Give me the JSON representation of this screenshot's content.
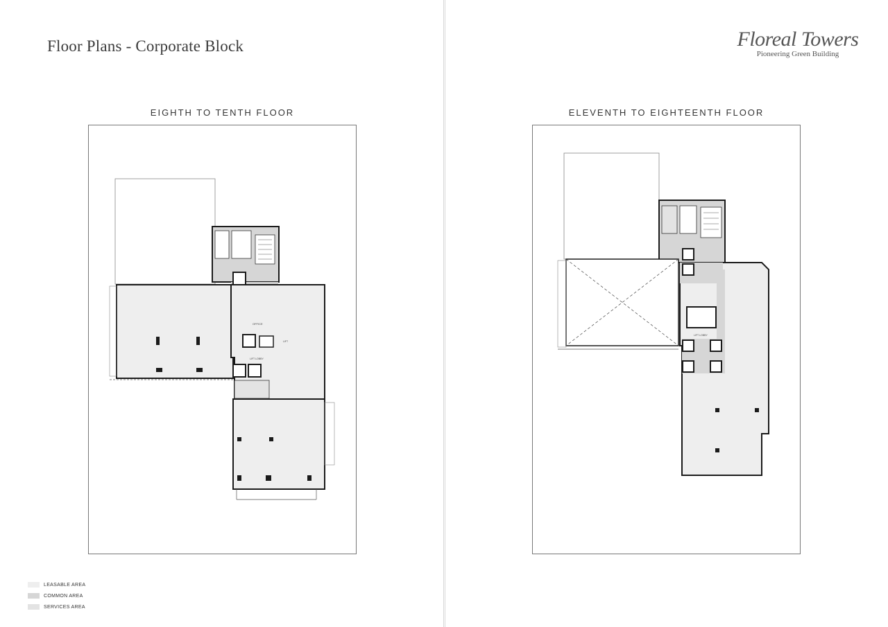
{
  "header": {
    "title": "Floor Plans - Corporate Block"
  },
  "logo": {
    "name": "Floreal Towers",
    "tagline": "Pioneering Green Building"
  },
  "plans": [
    {
      "title": "EIGHTH TO TENTH FLOOR",
      "labels": {
        "office": "OFFICE",
        "lift_lobby": "LIFT LOBBY",
        "lift": "LIFT"
      }
    },
    {
      "title": "ELEVENTH TO EIGHTEENTH FLOOR",
      "labels": {
        "lift_lobby": "LIFT LOBBY"
      }
    }
  ],
  "legend": [
    {
      "label": "LEASABLE AREA",
      "color": "#eeeeee"
    },
    {
      "label": "COMMON AREA",
      "color": "#d6d6d6"
    },
    {
      "label": "SERVICES AREA",
      "color": "#e3e3e3"
    }
  ],
  "colors": {
    "leasable": "#eeeeee",
    "common": "#d6d6d6",
    "services": "#e3e3e3",
    "wall": "#1a1a1a"
  }
}
